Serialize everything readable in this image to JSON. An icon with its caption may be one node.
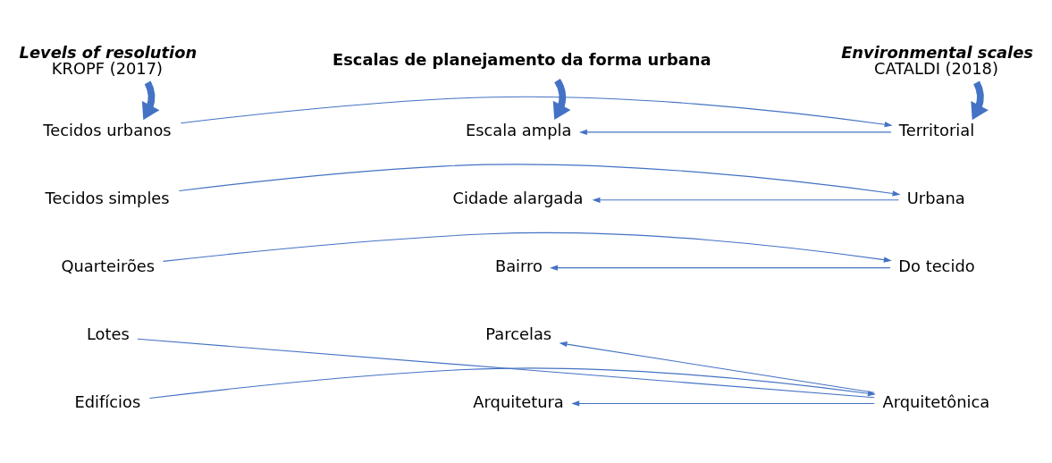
{
  "diagram": {
    "nodes": [
      {
        "text": [
          "Levels of resolution",
          "KROPF (2017)"
        ]
      },
      {
        "text": [
          "Environmental scales",
          "CATALDI (2018)"
        ]
      },
      {
        "text": [
          "Escalas de planejamento da forma urbana"
        ]
      },
      {
        "text": [
          "Tecidos urbanos"
        ]
      },
      {
        "text": [
          "Territorial"
        ]
      },
      {
        "text": [
          "Escala ampla"
        ]
      },
      {
        "text": [
          "Tecidos simples"
        ]
      },
      {
        "text": [
          "Urbana"
        ]
      },
      {
        "text": [
          "Cidade alargada"
        ]
      },
      {
        "text": [
          "Quarteirões"
        ]
      },
      {
        "text": [
          "Do tecido"
        ]
      },
      {
        "text": [
          "Bairro"
        ]
      },
      {
        "text": [
          "Lotes"
        ]
      },
      {
        "text": [
          "Parcelas"
        ]
      },
      {
        "text": [
          "Edifícios"
        ]
      },
      {
        "text": [
          "Arquitetônica"
        ]
      },
      {
        "text": [
          "Arquitetura"
        ]
      }
    ],
    "edges": [
      {
        "from": 0,
        "to": 3,
        "arrow": "to",
        "style": "thick"
      },
      {
        "from": 1,
        "to": 4,
        "arrow": "to",
        "style": "thick"
      },
      {
        "from": 2,
        "to": 5,
        "arrow": "to",
        "style": "thick"
      },
      {
        "from": 3,
        "to": 4,
        "arrow": "to"
      },
      {
        "from": 4,
        "to": 5,
        "arrow": "to"
      },
      {
        "from": 6,
        "to": 7,
        "arrow": "to"
      },
      {
        "from": 7,
        "to": 8,
        "arrow": "to"
      },
      {
        "from": 9,
        "to": 10,
        "arrow": "to"
      },
      {
        "from": 10,
        "to": 11,
        "arrow": "to"
      },
      {
        "from": 12,
        "to": 15,
        "arrow": "none"
      },
      {
        "from": 15,
        "to": 13,
        "arrow": "to"
      },
      {
        "from": 14,
        "to": 15,
        "arrow": "to"
      },
      {
        "from": 15,
        "to": 16,
        "arrow": "to"
      }
    ]
  }
}
